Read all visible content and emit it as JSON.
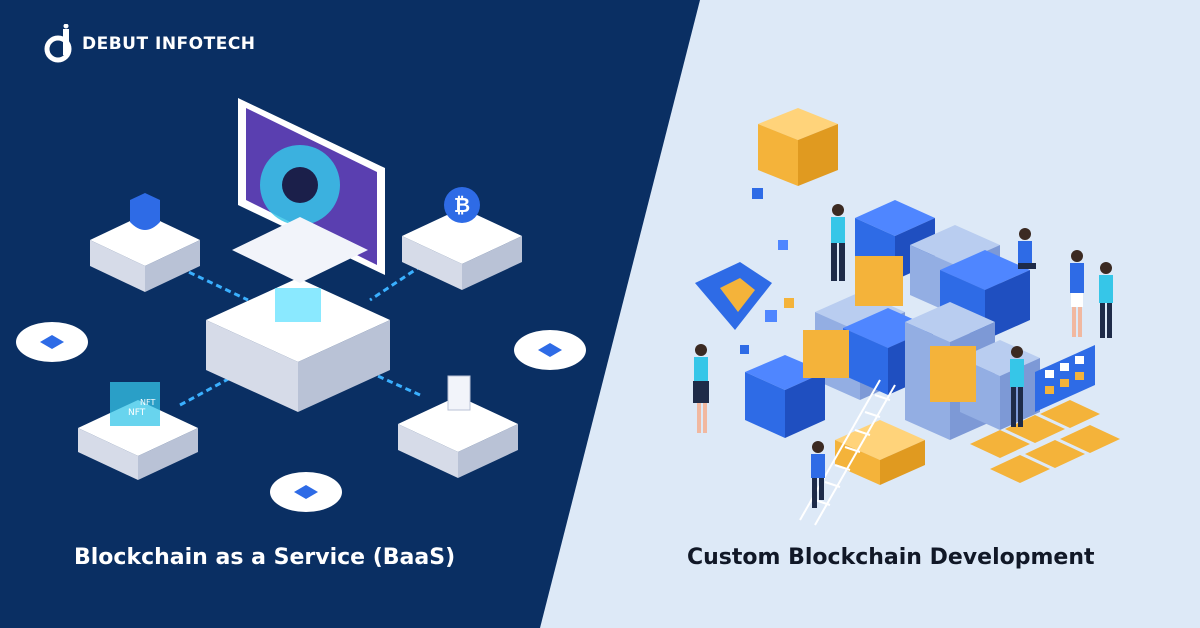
{
  "brand": {
    "name": "DEBUT INFOTECH",
    "logo_icon": "debut-infotech-logo-icon"
  },
  "left_panel": {
    "caption": "Blockchain as a Service (BaaS)",
    "background": "#0a2f63"
  },
  "right_panel": {
    "caption": "Custom Blockchain Development",
    "background": "#dde9f7"
  },
  "illustration_labels": {
    "nft_1": "NFT",
    "nft_2": "NFT"
  },
  "colors": {
    "accent_blue": "#2e6be6",
    "accent_gold": "#f4b33a",
    "cyan": "#36c6e8",
    "purple": "#5a3fb0"
  }
}
